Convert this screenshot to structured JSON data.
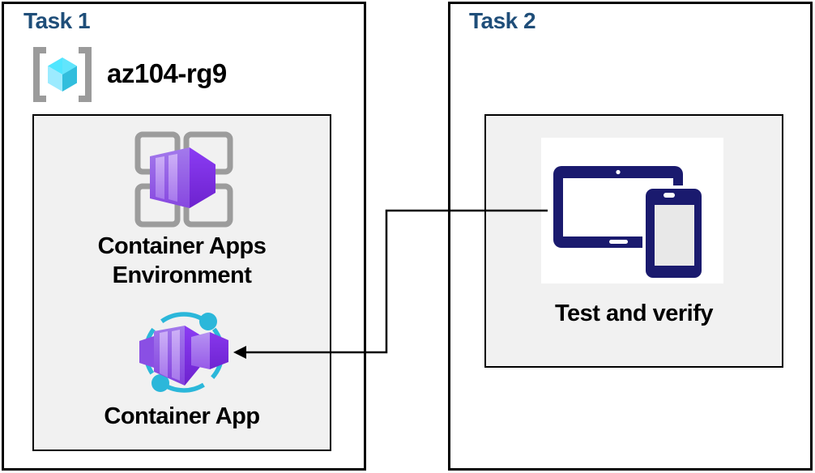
{
  "task1": {
    "title": "Task 1",
    "resource_group": {
      "name": "az104-rg9",
      "icon": "resource-group-icon"
    },
    "environment_box": {
      "label_line1": "Container Apps",
      "label_line2": "Environment",
      "environment_icon": "container-apps-environment-icon",
      "app": {
        "label": "Container App",
        "icon": "container-app-icon"
      }
    }
  },
  "task2": {
    "title": "Task 2",
    "verify_box": {
      "label": "Test and verify",
      "icon": "tablet-phone-devices-icon"
    }
  },
  "connector": {
    "from": "test-and-verify-icon",
    "to": "container-app-icon",
    "arrow_points_at": "container-app",
    "style": "right-angle-elbow"
  },
  "colors": {
    "title_blue": "#1F4E79",
    "panel_gray": "#F1F1F1",
    "border_black": "#000000",
    "icon_frame_gray": "#9B9B9B",
    "azure_cyan": "#2BB7DA",
    "cube_top": "#50E6FF",
    "cube_left": "#9CEBFF",
    "cube_right": "#32BEDD",
    "container_purple": "#8747E0",
    "container_purple_light": "#C3A4F5",
    "devices_navy": "#1A1A6E",
    "phone_screen": "#E8E8E8"
  }
}
